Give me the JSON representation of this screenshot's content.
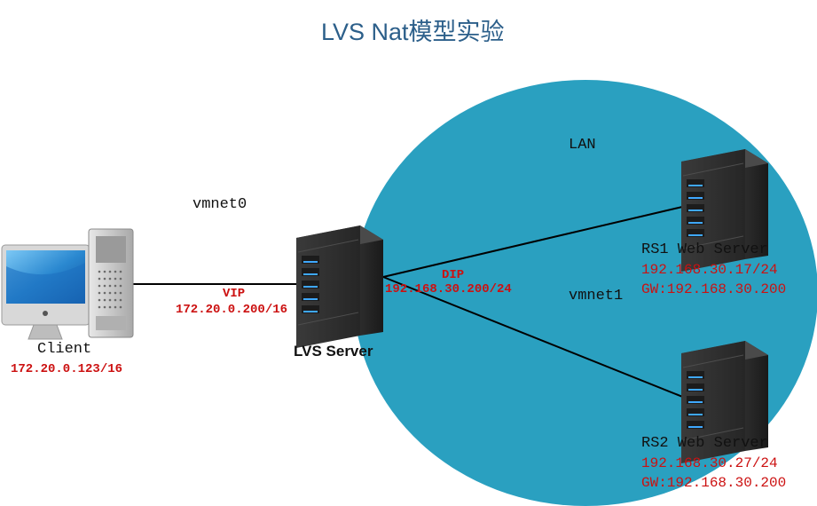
{
  "title": "LVS Nat模型实验",
  "networks": {
    "lan": "LAN",
    "vmnet0": "vmnet0",
    "vmnet1": "vmnet1"
  },
  "client": {
    "name": "Client",
    "ip": "172.20.0.123/16"
  },
  "lvs": {
    "name": "LVS Server",
    "vip_label": "VIP",
    "vip": "172.20.0.200/16",
    "dip_label": "DIP",
    "dip": "192.168.30.200/24"
  },
  "rs1": {
    "name": "RS1 Web Server",
    "ip": "192.168.30.17/24",
    "gw": "GW:192.168.30.200"
  },
  "rs2": {
    "name": "RS2 Web Server",
    "ip": "192.168.30.27/24",
    "gw": "GW:192.168.30.200"
  },
  "colors": {
    "lan_fill": "#2aa0c0",
    "title": "#2c5f8a",
    "address_text": "#cc1111"
  }
}
